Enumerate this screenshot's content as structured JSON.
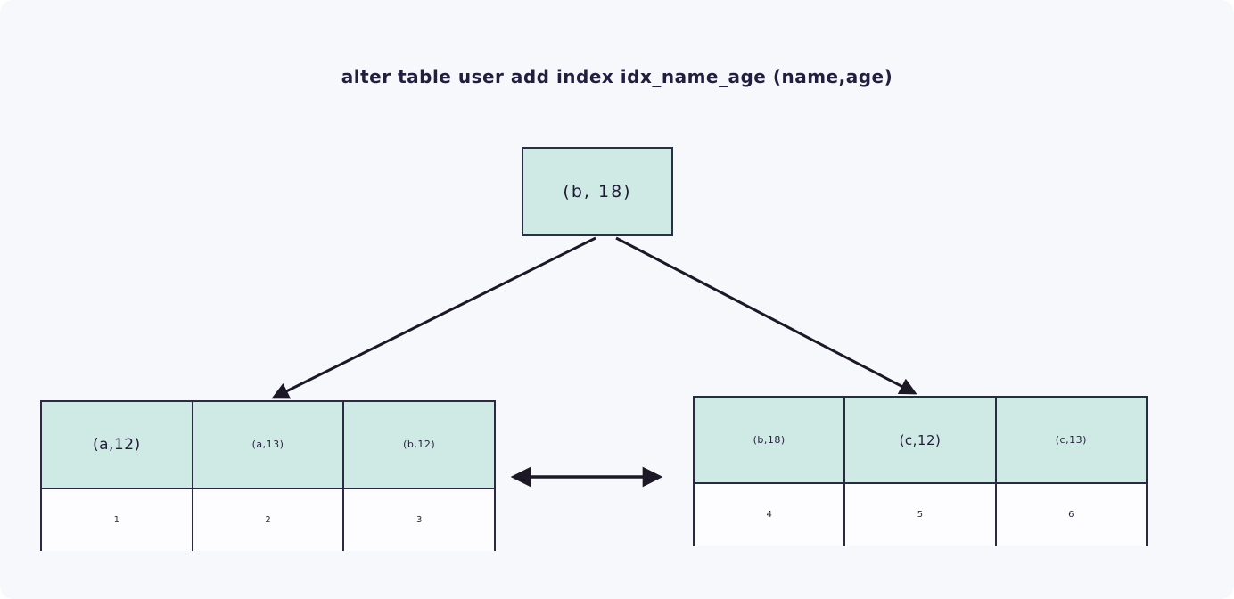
{
  "title": "alter table user add index idx_name_age (name,age)",
  "root_node": {
    "label": "(b, 18)"
  },
  "left_page": {
    "keys": [
      "(a,12)",
      "(a,13)",
      "(b,12)"
    ],
    "row_ids": [
      "1",
      "2",
      "3"
    ]
  },
  "right_page": {
    "keys": [
      "(b,18)",
      "(c,12)",
      "(c,13)"
    ],
    "row_ids": [
      "4",
      "5",
      "6"
    ]
  },
  "colors": {
    "key_cell_fill": "#cfe9e5",
    "row_cell_fill": "#fdfdff",
    "border": "#2a2a42",
    "arrow": "#1c1826",
    "background": "#f7f8fc",
    "text": "#231f3a"
  }
}
